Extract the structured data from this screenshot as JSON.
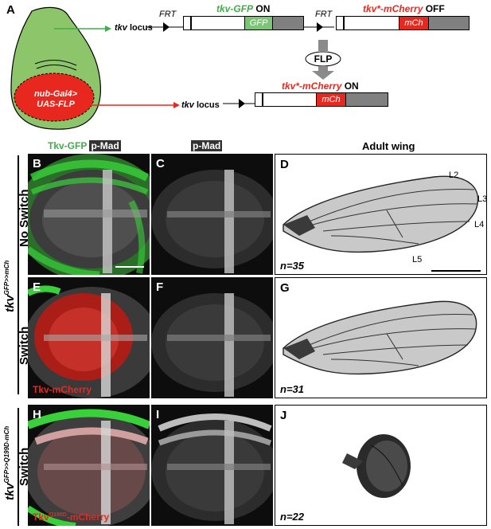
{
  "panelA": {
    "letter": "A",
    "wing_disc_label_line1": "nub-Gal4>",
    "wing_disc_label_line2": "UAS-FLP",
    "locus1": {
      "tkv_label": "tkv",
      "locus_label": "locus",
      "frt1": "FRT",
      "frt2": "FRT",
      "gfp_construct": "tkv-GFP",
      "gfp_state": "ON",
      "mcherry_construct": "tkv*-mCherry",
      "mcherry_state": "OFF",
      "gfp_box": "GFP",
      "mch_box": "mCh"
    },
    "flp_label": "FLP",
    "locus2": {
      "tkv_label": "tkv",
      "locus_label": "locus",
      "mcherry_construct": "tkv*-mCherry",
      "mcherry_state": "ON",
      "mch_box": "mCh"
    }
  },
  "columns": {
    "col1_green": "Tkv-GFP",
    "col1_white": "p-Mad",
    "col2": "p-Mad",
    "col3": "Adult wing"
  },
  "rows": {
    "genotype1_base": "tkv",
    "genotype1_sup": "GFP>>mCh",
    "genotype2_base": "tkv",
    "genotype2_sup": "GFP>>Q199D-mCh",
    "row1": "No Switch",
    "row2": "Switch",
    "row3": "Switch"
  },
  "panels": {
    "B": "B",
    "C": "C",
    "D": "D",
    "E": "E",
    "F": "F",
    "G": "G",
    "H": "H",
    "I": "I",
    "J": "J"
  },
  "panelE_label": "Tkv-mCherry",
  "panelH_label_base": "Tkv",
  "panelH_label_sup": "Q199D",
  "panelH_label_tail": "-mCherry",
  "veins": {
    "L2": "L2",
    "L3": "L3",
    "L4": "L4",
    "L5": "L5"
  },
  "counts": {
    "D": "n=35",
    "G": "n=31",
    "J": "n=22"
  },
  "colors": {
    "green": "#3fae49",
    "red": "#e8281e",
    "disc": "#8cc56a"
  }
}
